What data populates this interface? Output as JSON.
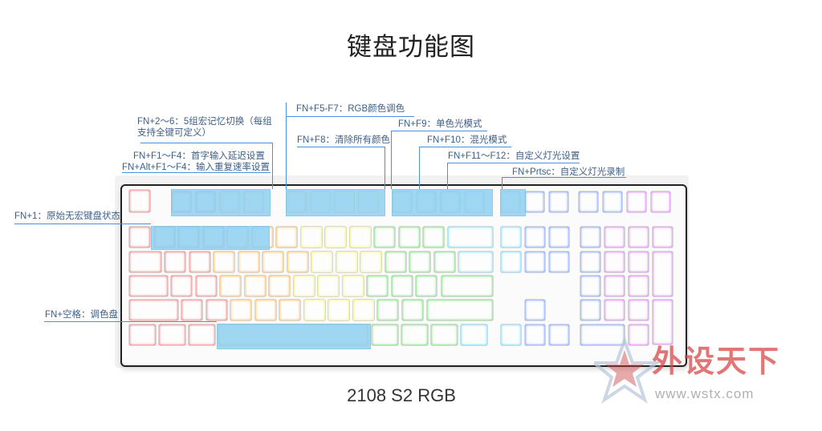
{
  "title": "键盘功能图",
  "model": "2108 S2 RGB",
  "callouts": {
    "macro_switch": "FN+2～6：5组宏记忆切换（每组支持全键可定义）",
    "first_delay": "FN+F1～F4：首字输入延迟设置",
    "repeat_rate": "FN+Alt+F1～F4：输入重复速率设置",
    "rgb_color": "FN+F5-F7：RGB颜色调色",
    "clear_color": "FN+F8：清除所有颜色",
    "mono_mode": "FN+F9：单色光模式",
    "mixed_mode": "FN+F10：混光模式",
    "custom_light": "FN+F11～F12：自定义灯光设置",
    "record_light": "FN+Prtsc：自定义灯光录制",
    "original_state": "FN+1：原始无宏键盘状态",
    "palette": "FN+空格：调色盘"
  },
  "watermark": {
    "brand": "外设天下",
    "url": "www.wstx.com"
  },
  "colors": {
    "highlight": "#8fd0f0",
    "leader": "#4a90e2",
    "callout_text": "#3d5e86",
    "watermark": "#d94848"
  }
}
